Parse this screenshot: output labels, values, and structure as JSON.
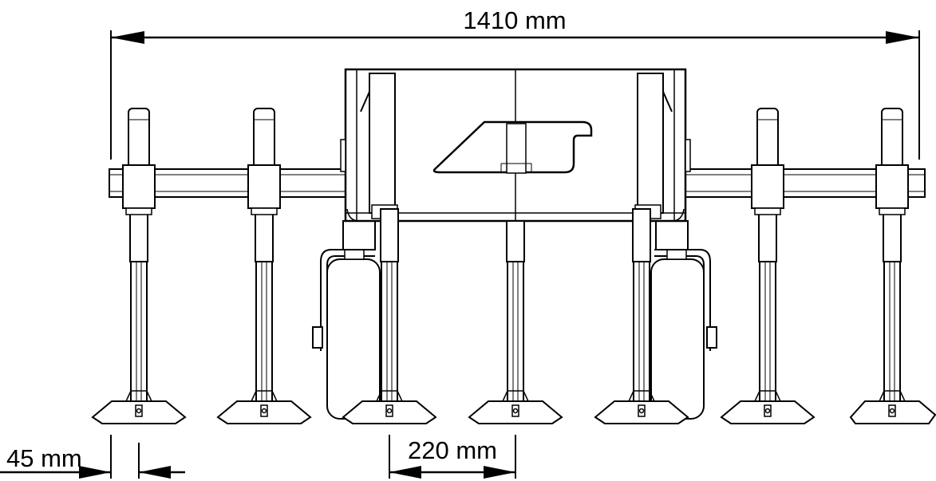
{
  "dimensions": {
    "overall_width": "1410 mm",
    "tine_spacing": "220 mm",
    "edge_offset": "45 mm"
  },
  "colors": {
    "line": "#000000",
    "background": "#ffffff"
  }
}
